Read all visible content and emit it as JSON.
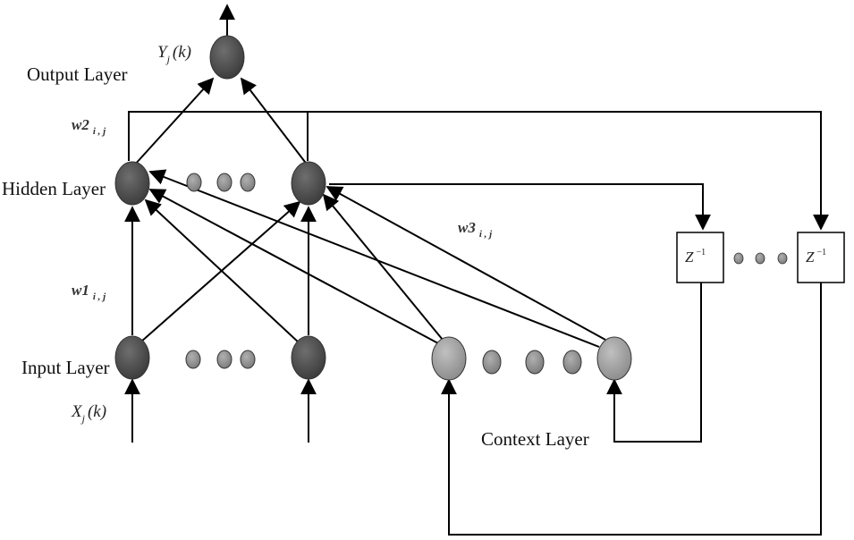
{
  "labels": {
    "output_layer": "Output Layer",
    "hidden_layer": "Hidden Layer",
    "input_layer": "Input Layer",
    "context_layer": "Context Layer"
  },
  "math": {
    "output_symbol": "Y",
    "output_sub": "j",
    "output_arg": "(k)",
    "input_symbol": "X",
    "input_sub": "j",
    "input_arg": "(k)"
  },
  "weights": {
    "w1": "w1",
    "w1_sub": "i , j",
    "w2": "w2",
    "w2_sub": "i , j",
    "w3": "w3",
    "w3_sub": "i , j"
  },
  "delay": {
    "symbol": "Z",
    "exponent": "−1"
  },
  "colors": {
    "dark_node": "#4a4a4a",
    "light_node": "#9a9a9a",
    "small_dot": "#8c8c8c",
    "stroke": "#000000"
  }
}
